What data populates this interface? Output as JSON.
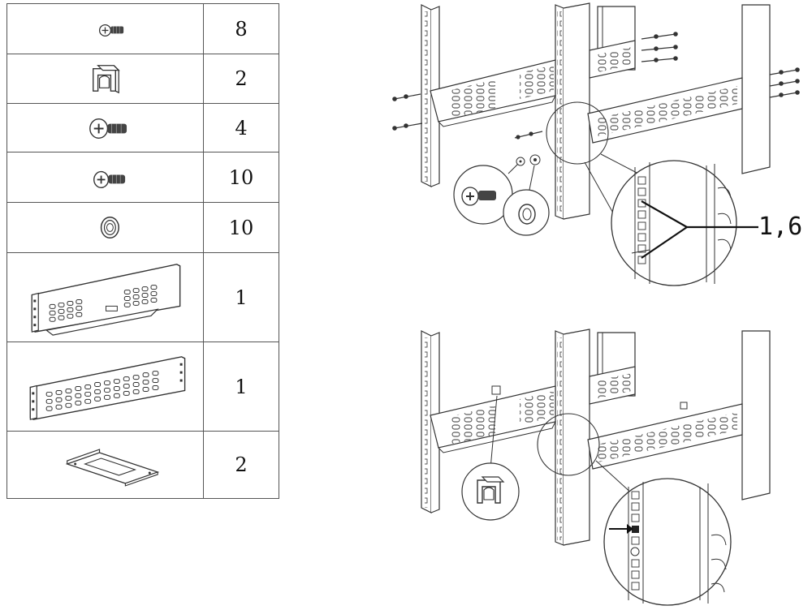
{
  "parts": [
    {
      "icon": "small-phillips-screw-icon",
      "quantity": "8"
    },
    {
      "icon": "cage-nut-clip-icon",
      "quantity": "2"
    },
    {
      "icon": "large-phillips-screw-icon",
      "quantity": "4"
    },
    {
      "icon": "phillips-screw-icon",
      "quantity": "10"
    },
    {
      "icon": "washer-icon",
      "quantity": "10"
    },
    {
      "icon": "short-rail-bracket-icon",
      "quantity": "1"
    },
    {
      "icon": "long-rail-bracket-icon",
      "quantity": "1"
    },
    {
      "icon": "mounting-plate-icon",
      "quantity": "2"
    }
  ],
  "diagram": {
    "callout_label": "1,6"
  }
}
